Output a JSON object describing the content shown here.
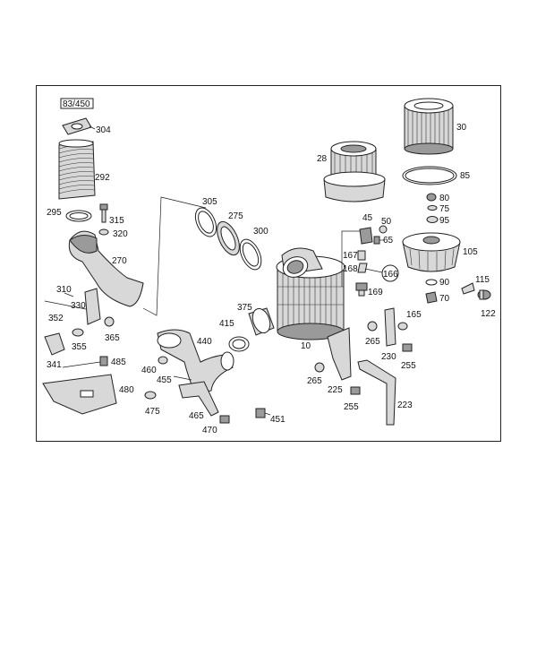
{
  "diagram": {
    "ref_box": "83/450",
    "labels": [
      "304",
      "292",
      "295",
      "315",
      "320",
      "270",
      "310",
      "330",
      "352",
      "355",
      "365",
      "341",
      "485",
      "480",
      "305",
      "275",
      "300",
      "375",
      "415",
      "440",
      "460",
      "455",
      "475",
      "465",
      "470",
      "451",
      "28",
      "30",
      "85",
      "80",
      "75",
      "95",
      "45",
      "50",
      "65",
      "167",
      "168",
      "166",
      "169",
      "105",
      "90",
      "70",
      "115",
      "122",
      "10",
      "165",
      "265",
      "230",
      "255",
      "265",
      "225",
      "255",
      "223"
    ]
  },
  "colors": {
    "line": "#222222",
    "fill_light": "#d8d8d8",
    "fill_dark": "#9a9a9a",
    "background": "#ffffff"
  }
}
